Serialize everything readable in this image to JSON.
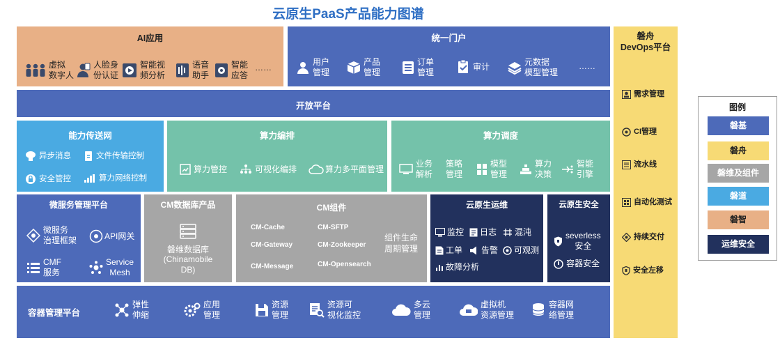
{
  "title": "云原生PaaS产品能力图谱",
  "colors": {
    "pan_ji": "#4d6ab9",
    "pan_zhou": "#f7da75",
    "pan_wei": "#a6a6a6",
    "pan_dao": "#4aaae2",
    "pan_zhi": "#e8b086",
    "yunwei_anquan": "#22315d",
    "suanli_green": "#74c2aa"
  },
  "ai": {
    "title": "AI应用",
    "items": [
      {
        "label": "虚拟\n数字人",
        "icon": "people-icon"
      },
      {
        "label": "人脸身\n份认证",
        "icon": "face-id-icon"
      },
      {
        "label": "智能视\n频分析",
        "icon": "video-icon"
      },
      {
        "label": "语音\n助手",
        "icon": "voice-icon"
      },
      {
        "label": "智能\n应答",
        "icon": "chat-icon"
      }
    ],
    "more": "……"
  },
  "portal": {
    "title": "统一门户",
    "items": [
      {
        "label": "用户\n管理",
        "icon": "user-icon"
      },
      {
        "label": "产品\n管理",
        "icon": "cube-icon"
      },
      {
        "label": "订单\n管理",
        "icon": "list-icon"
      },
      {
        "label": "审计",
        "icon": "audit-icon"
      },
      {
        "label": "元数据\n模型管理",
        "icon": "layers-icon"
      }
    ],
    "more": "……"
  },
  "devops": {
    "title": "磐舟\nDevOps平台",
    "items": [
      {
        "label": "需求管理",
        "icon": "requirement-icon"
      },
      {
        "label": "CI管理",
        "icon": "ci-icon"
      },
      {
        "label": "流水线",
        "icon": "pipeline-icon"
      },
      {
        "label": "自动化测试",
        "icon": "test-icon"
      },
      {
        "label": "持续交付",
        "icon": "delivery-icon"
      },
      {
        "label": "安全左移",
        "icon": "shield-icon"
      }
    ]
  },
  "open_platform": {
    "title": "开放平台"
  },
  "transfer": {
    "title": "能力传送网",
    "items": [
      {
        "label": "异步消息",
        "icon": "async-icon"
      },
      {
        "label": "文件传输控制",
        "icon": "file-transfer-icon"
      },
      {
        "label": "安全管控",
        "icon": "lock-icon"
      },
      {
        "label": "算力网络控制",
        "icon": "network-icon"
      }
    ]
  },
  "orchestration": {
    "title": "算力编排",
    "items": [
      {
        "label": "算力管控",
        "icon": "control-icon"
      },
      {
        "label": "可视化编排",
        "icon": "flow-icon"
      },
      {
        "label": "算力多平面管理",
        "icon": "cloud-icon"
      }
    ]
  },
  "scheduling": {
    "title": "算力调度",
    "items": [
      {
        "label": "业务\n解析",
        "icon": "screen-icon"
      },
      {
        "label": "策略\n管理",
        "icon": "strategy-icon"
      },
      {
        "label": "模型\n管理",
        "icon": "model-icon"
      },
      {
        "label": "算力\n决策",
        "icon": "decision-icon"
      },
      {
        "label": "智能\n引擎",
        "icon": "engine-icon"
      }
    ]
  },
  "microservice": {
    "title": "微服务管理平台",
    "items": [
      {
        "label": "微服务\n治理框架",
        "icon": "framework-icon"
      },
      {
        "label": "API网关",
        "icon": "api-icon"
      },
      {
        "label": "CMF\n服务",
        "icon": "cmf-icon"
      },
      {
        "label": "Service\nMesh",
        "icon": "mesh-icon"
      }
    ]
  },
  "cmdb": {
    "title": "CM数据库产品",
    "item": "磐维数据库\n(Chinamobile\nDB)"
  },
  "cm_components": {
    "title": "CM组件",
    "items": [
      "CM-Cache",
      "CM-SFTP",
      "CM-Gateway",
      "CM-Zookeeper",
      "CM-Message",
      "CM-Opensearch"
    ],
    "lifecycle": "组件生命\n周期管理"
  },
  "ops": {
    "title": "云原生运维",
    "items": [
      {
        "label": "监控",
        "icon": "monitor-icon"
      },
      {
        "label": "日志",
        "icon": "log-icon"
      },
      {
        "label": "混沌",
        "icon": "chaos-icon"
      },
      {
        "label": "工单",
        "icon": "ticket-icon"
      },
      {
        "label": "告警",
        "icon": "alarm-icon"
      },
      {
        "label": "可观测",
        "icon": "observe-icon"
      },
      {
        "label": "故障分析",
        "icon": "analysis-icon"
      }
    ]
  },
  "security": {
    "title": "云原生安全",
    "items": [
      {
        "label": "severless\n安全",
        "icon": "security-shield-icon"
      },
      {
        "label": "容器安全",
        "icon": "container-security-icon"
      }
    ]
  },
  "container": {
    "title": "容器管理平台",
    "items": [
      {
        "label": "弹性\n伸缩",
        "icon": "scale-icon"
      },
      {
        "label": "应用\n管理",
        "icon": "app-gear-icon"
      },
      {
        "label": "资源\n管理",
        "icon": "save-icon"
      },
      {
        "label": "资源可\n视化监控",
        "icon": "visual-monitor-icon"
      },
      {
        "label": "多云\n管理",
        "icon": "multicloud-icon"
      },
      {
        "label": "虚拟机\n资源管理",
        "icon": "vm-icon"
      },
      {
        "label": "容器网\n络管理",
        "icon": "container-net-icon"
      }
    ]
  },
  "legend": {
    "title": "图例",
    "items": [
      {
        "label": "磐基",
        "color": "#4d6ab9",
        "dark": false
      },
      {
        "label": "磐舟",
        "color": "#f7da75",
        "dark": true
      },
      {
        "label": "磐维及组件",
        "color": "#a6a6a6",
        "dark": false
      },
      {
        "label": "磐道",
        "color": "#4aaae2",
        "dark": false
      },
      {
        "label": "磐智",
        "color": "#e8b086",
        "dark": true
      },
      {
        "label": "运维安全",
        "color": "#22315d",
        "dark": false
      }
    ]
  }
}
